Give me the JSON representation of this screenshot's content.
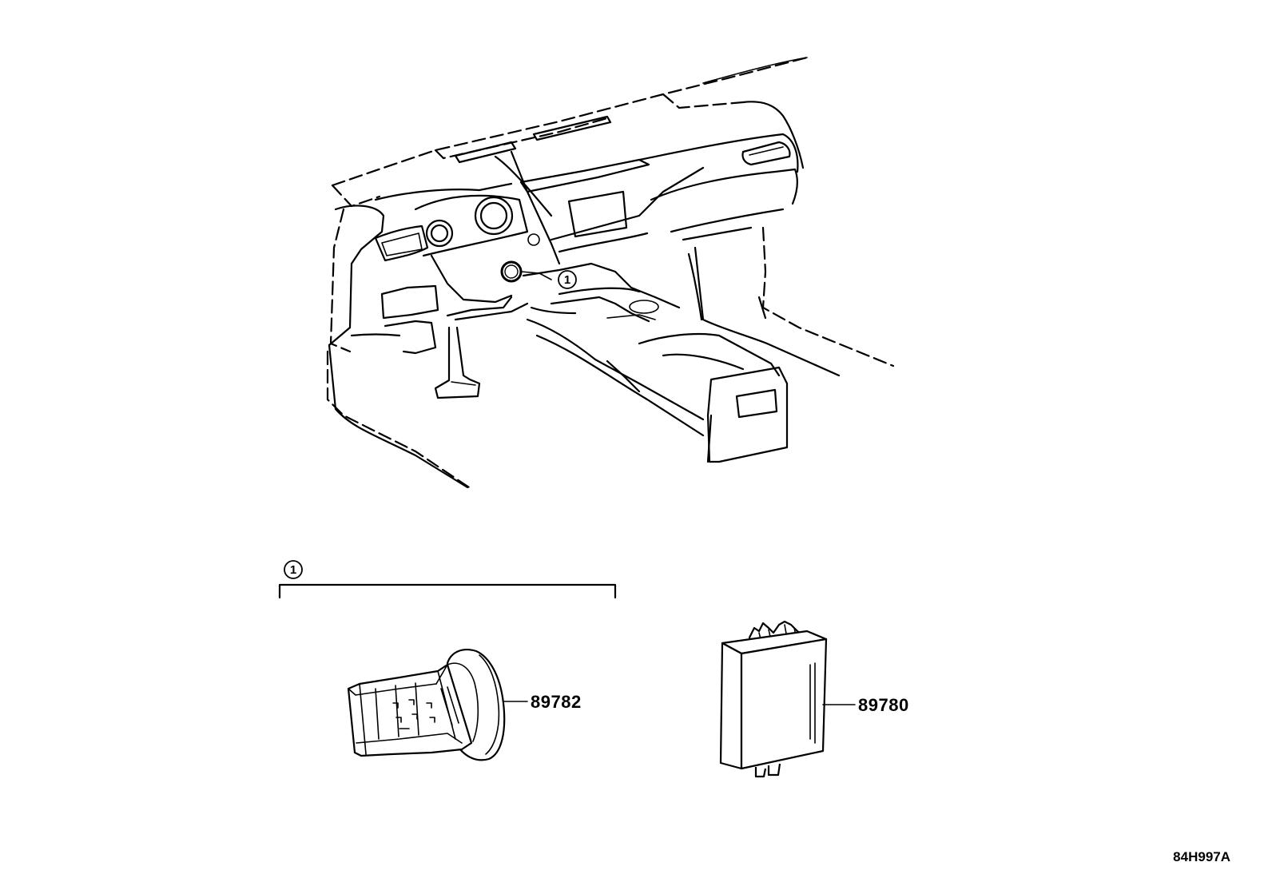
{
  "callout": {
    "number": "1"
  },
  "parts": [
    {
      "part_number": "89782"
    },
    {
      "part_number": "89780"
    }
  ],
  "figure_id": "84H997A"
}
